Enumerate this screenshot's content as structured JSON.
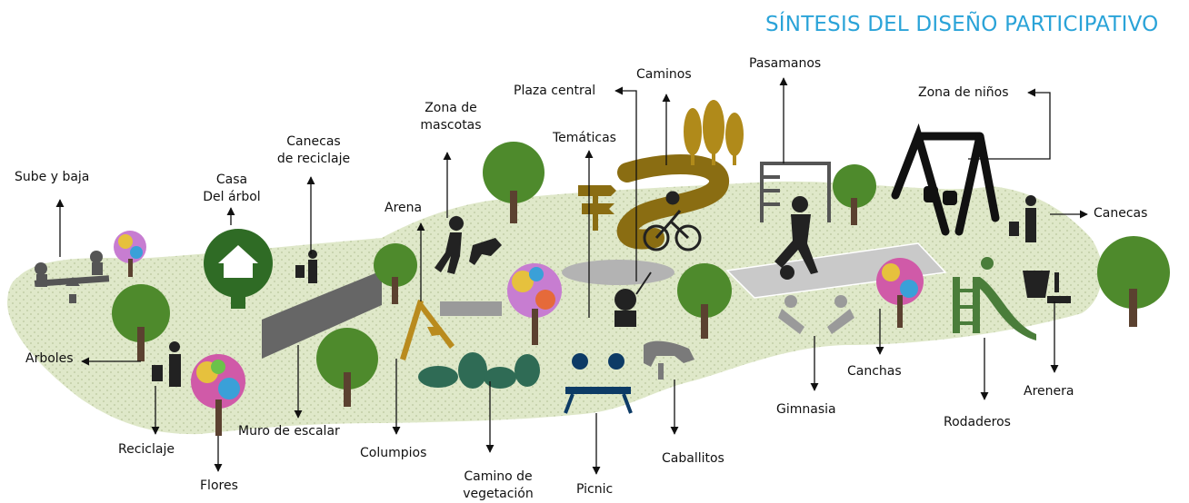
{
  "title": "SÍNTESIS DEL DISEÑO PARTICIPATIVO",
  "colors": {
    "title": "#2aa3d8",
    "lawn": "#dfe8c9",
    "tree_canopy": "#4e8a2c",
    "tree_house": "#2f6b25",
    "path_gold": "#8a6d12",
    "climbing_wall": "#666666",
    "court": "#c9c9c9",
    "slide": "#4a7d3a",
    "icon_dark": "#222222"
  },
  "labels": {
    "sube_y_baja": "Sube y baja",
    "casa_1": "Casa",
    "casa_2": "Del árbol",
    "canecas_reciclaje_1": "Canecas",
    "canecas_reciclaje_2": "de reciclaje",
    "arena": "Arena",
    "zona_mascotas_1": "Zona de",
    "zona_mascotas_2": "mascotas",
    "plaza_central": "Plaza central",
    "tematicas": "Temáticas",
    "caminos": "Caminos",
    "pasamanos": "Pasamanos",
    "zona_ninos": "Zona de niños",
    "canecas": "Canecas",
    "arboles": "Arboles",
    "reciclaje": "Reciclaje",
    "flores": "Flores",
    "muro": "Muro de escalar",
    "columpios": "Columpios",
    "camino_veg_1": "Camino de",
    "camino_veg_2": "vegetación",
    "picnic": "Picnic",
    "caballitos": "Caballitos",
    "gimnasia": "Gimnasia",
    "canchas": "Canchas",
    "rodaderos": "Rodaderos",
    "arenera": "Arenera"
  }
}
